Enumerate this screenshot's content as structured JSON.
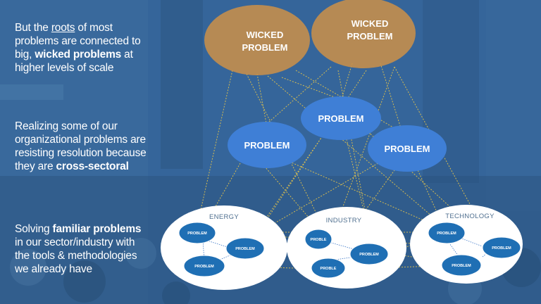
{
  "left_text": {
    "block1": {
      "prefix": "But the ",
      "underlined": "roots",
      "middle": " of most problems are connected to big, ",
      "bold": "wicked problems",
      "suffix": " at higher levels of scale"
    },
    "block2": {
      "prefix": "Realizing some of our organizational problems are resisting resolution because they are ",
      "bold": "cross-sectoral",
      "suffix": ""
    },
    "block3": {
      "prefix": "Solving ",
      "bold": "familiar problems",
      "suffix": " in our sector/industry with the tools & methodologies we already have"
    }
  },
  "wicked": {
    "left_line1": "WICKED",
    "left_line2": "PROBLEM",
    "right_line1": "WICKED",
    "right_line2": "PROBLEM"
  },
  "mid_problems": [
    "PROBLEM",
    "PROBLEM",
    "PROBLEM"
  ],
  "sectors": {
    "energy": {
      "name": "ENERGY",
      "problems": [
        "PROBLEM",
        "PROBLEM",
        "PROBLEM"
      ]
    },
    "industry": {
      "name": "INDUSTRY",
      "problems": [
        "PROBLE",
        "PROBLEM",
        "PROBLE"
      ]
    },
    "technology": {
      "name": "TECHNOLOGY",
      "problems": [
        "PROBLEM",
        "PROBLEM",
        "PROBLEM"
      ]
    }
  },
  "colors": {
    "wicked_fill": "#c8904a",
    "mid_fill": "#3f7fd6",
    "small_fill": "#1f6fb4",
    "sector_fill": "#ffffff",
    "connector": "#e6c54a"
  }
}
